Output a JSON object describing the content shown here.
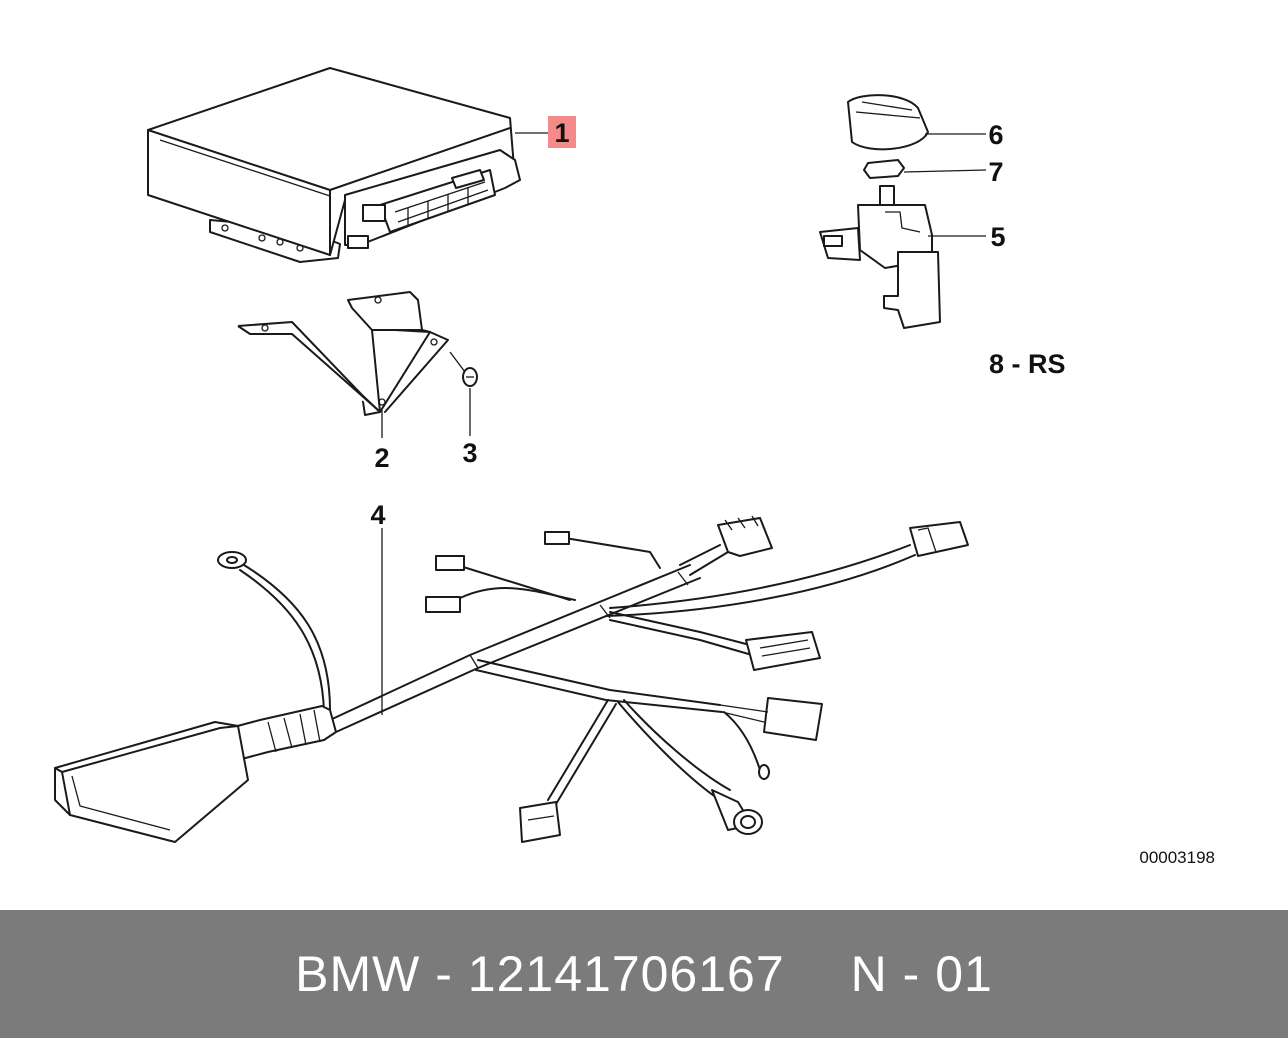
{
  "diagram": {
    "callouts": {
      "c1": "1",
      "c2": "2",
      "c3": "3",
      "c4": "4",
      "c5": "5",
      "c6": "6",
      "c7": "7",
      "c8": "8 - RS"
    },
    "reference_number": "00003198",
    "highlight_color": "#f48a8a"
  },
  "footer": {
    "part_text": "BMW - 12141706167",
    "position_text": "N - 01",
    "background": "#7b7b7b"
  }
}
